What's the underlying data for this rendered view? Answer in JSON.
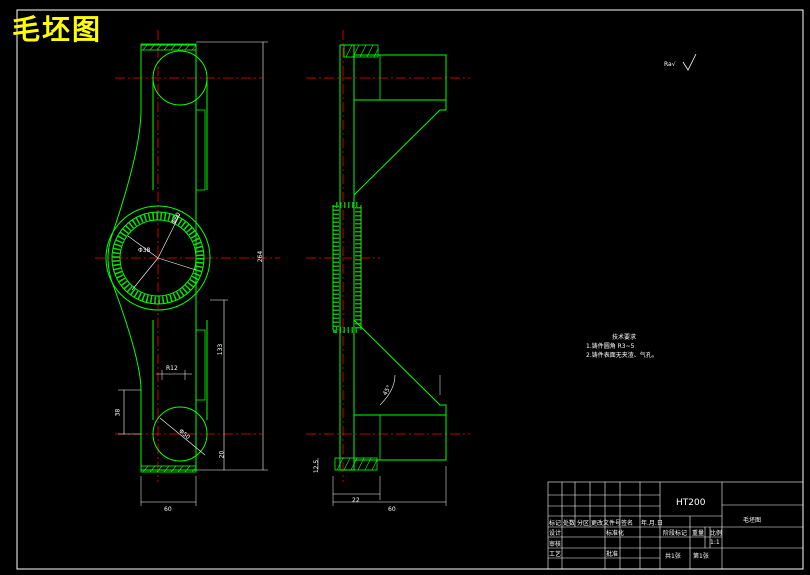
{
  "drawing_title": "毛坯图",
  "roughness_symbol": "Ra√",
  "tech_requirements": {
    "heading": "技术要求",
    "items": [
      "1.铸件圆角 R3~5",
      "2.铸件表面无夹渣、气孔。"
    ]
  },
  "title_block": {
    "material": "HT200",
    "part_name": "毛坯图",
    "row_labels": [
      "标记",
      "处数",
      "分区",
      "更改文件号",
      "签名",
      "年.月.日"
    ],
    "design": "设计",
    "std": "标准化",
    "review": "审核",
    "process": "工艺",
    "approve": "批准",
    "stage": "阶段标记",
    "weight": "重量",
    "scale": "比例",
    "scale_value": "1:1",
    "sheets": "共1张",
    "sheet_no": "第1张"
  },
  "dimensions": {
    "overall_height": "264",
    "center_dist": "133",
    "r_small": "R12",
    "depth": "38",
    "phi_bottom": "Φ50",
    "gap": "20",
    "phi_mid_outer": "Φ60",
    "phi_mid_inner": "Φ38",
    "width_left": "60",
    "angle": "45°",
    "side_width": "60",
    "side_small": "22",
    "left_h": "12.5"
  }
}
